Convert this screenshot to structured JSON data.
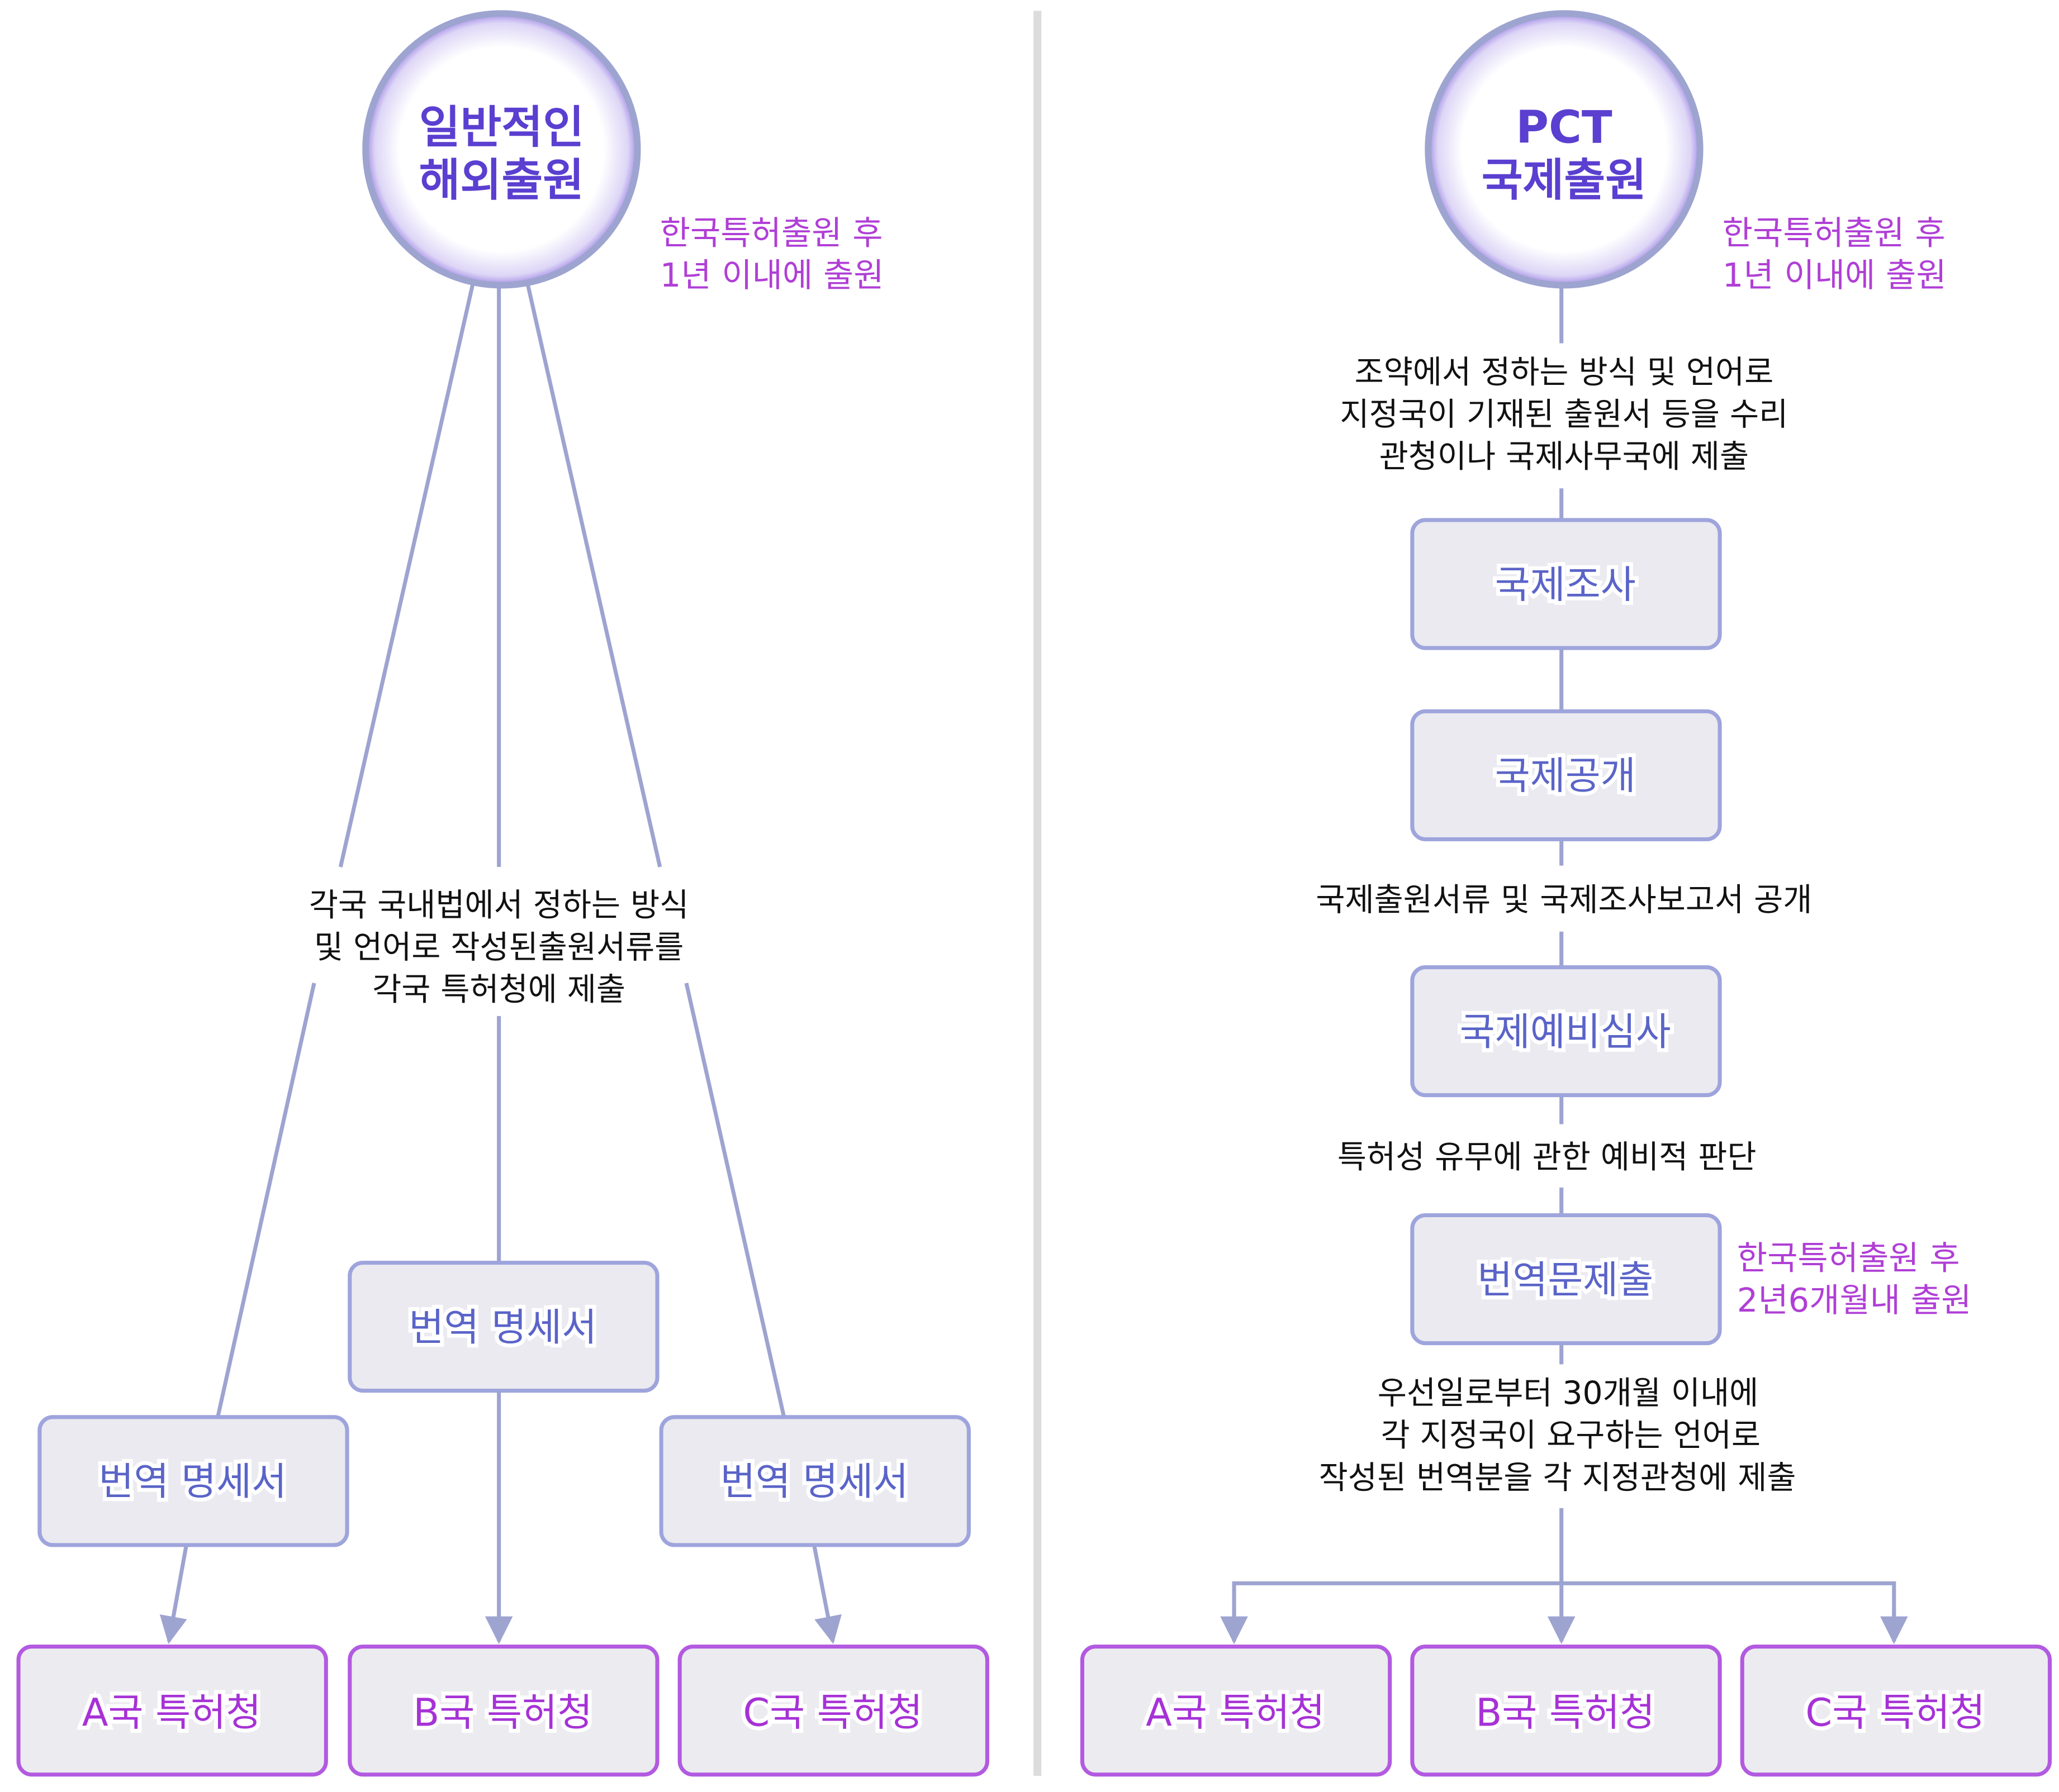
{
  "left": {
    "title": [
      "일반적인",
      "해외출원"
    ],
    "note": [
      "한국특허출원 후",
      "1년 이내에 출원"
    ],
    "description": [
      "각국 국내법에서 정하는 방식",
      "및 언어로 작성된출원서류를",
      "각국 특허청에 제출"
    ],
    "translation_boxes": [
      "번역 명세서",
      "번역 명세서",
      "번역 명세서"
    ],
    "offices": [
      "A국 특허청",
      "B국 특허청",
      "C국 특허청"
    ]
  },
  "right": {
    "title": [
      "PCT",
      "국제출원"
    ],
    "note": [
      "한국특허출원 후",
      "1년 이내에 출원"
    ],
    "description1": [
      "조약에서 정하는 방식 및 언어로",
      "지정국이 기재된 출원서 등을 수리",
      "관청이나 국제사무국에 제출"
    ],
    "step1": "국제조사",
    "step2": "국제공개",
    "description2": "국제출원서류 및 국제조사보고서 공개",
    "step3": "국제예비심사",
    "description3": "특허성 유무에 관한 예비적 판단",
    "step4": "번역문제출",
    "note2": [
      "한국특허출원 후",
      "2년6개월내 출원"
    ],
    "description4": [
      "우선일로부터 30개월 이내에",
      "각 지정국이 요구하는 언어로",
      "작성된 번역분을 각 지정관청에 제출"
    ],
    "offices": [
      "A국 특허청",
      "B국 특허청",
      "C국 특허청"
    ]
  },
  "colors": {
    "line": "#9ea4d0",
    "title": "#5a3fd0",
    "note": "#b03fd6",
    "box_text": "#5a64c8",
    "office_text": "#a632d6"
  }
}
